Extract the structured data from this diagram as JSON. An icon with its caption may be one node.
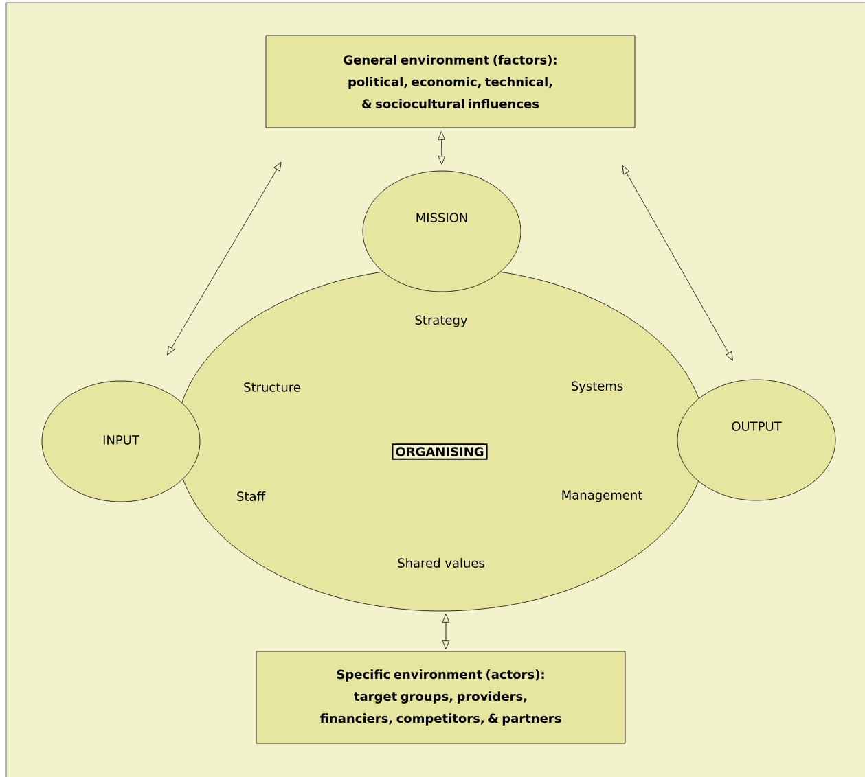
{
  "diagram": {
    "nodes": [
      {
        "text": [
          "**General environment (factors): political, economic, technical, & sociocultural influences**"
        ]
      },
      {
        "text": [
          "MISSION"
        ]
      },
      {
        "text": [
          "Strategy",
          "Structure",
          "Systems",
          "Staff",
          "Management",
          "Shared values"
        ]
      },
      {
        "text": [
          "ORGANISING"
        ],
        "in": 2
      },
      {
        "text": [
          "INPUT"
        ]
      },
      {
        "text": [
          "OUTPUT"
        ]
      },
      {
        "text": [
          "**Specific environment (actors): target groups, providers, financiers, competitors, & partners**"
        ]
      }
    ],
    "edges": [
      {
        "from": 0,
        "to": 1,
        "arrow": "both"
      },
      {
        "from": 0,
        "to": 4,
        "arrow": "both"
      },
      {
        "from": 0,
        "to": 5,
        "arrow": "both"
      },
      {
        "from": 2,
        "to": 6,
        "arrow": "both"
      }
    ]
  }
}
